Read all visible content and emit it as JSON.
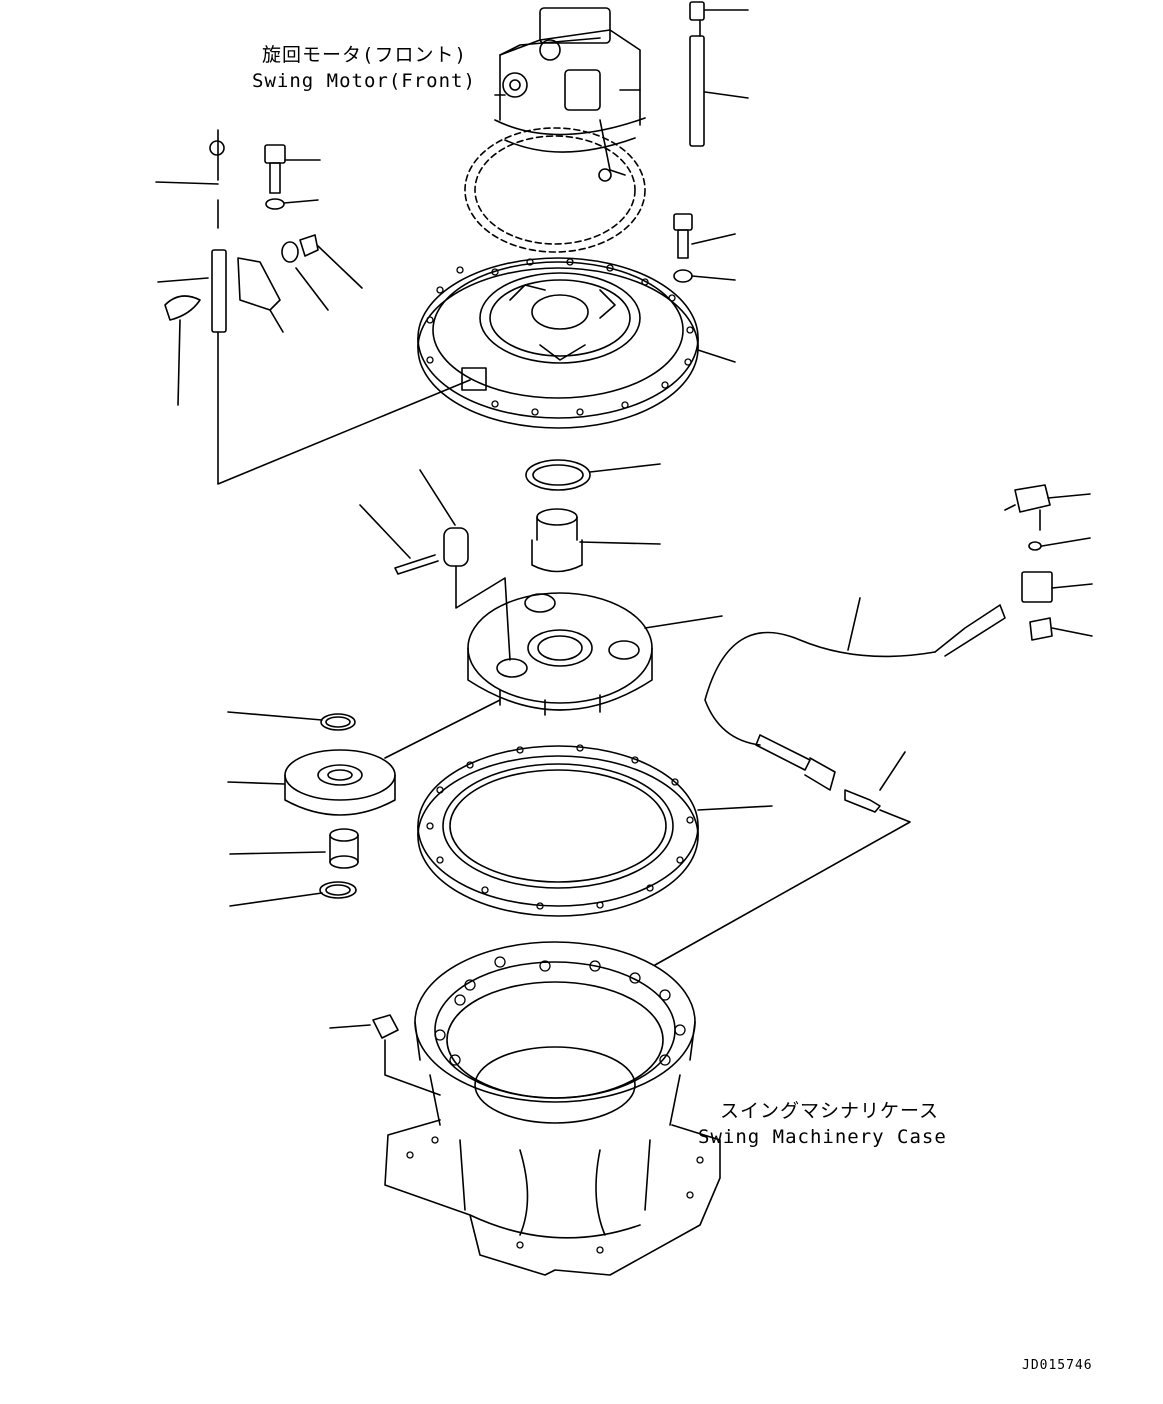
{
  "labels": {
    "swing_motor_jp": "旋回モータ(フロント)",
    "swing_motor_en": "Swing Motor(Front)",
    "case_jp": "スイングマシナリケース",
    "case_en": "Swing Machinery Case",
    "drawing_id": "JD015746"
  },
  "colors": {
    "line": "#000000",
    "background": "#ffffff"
  }
}
